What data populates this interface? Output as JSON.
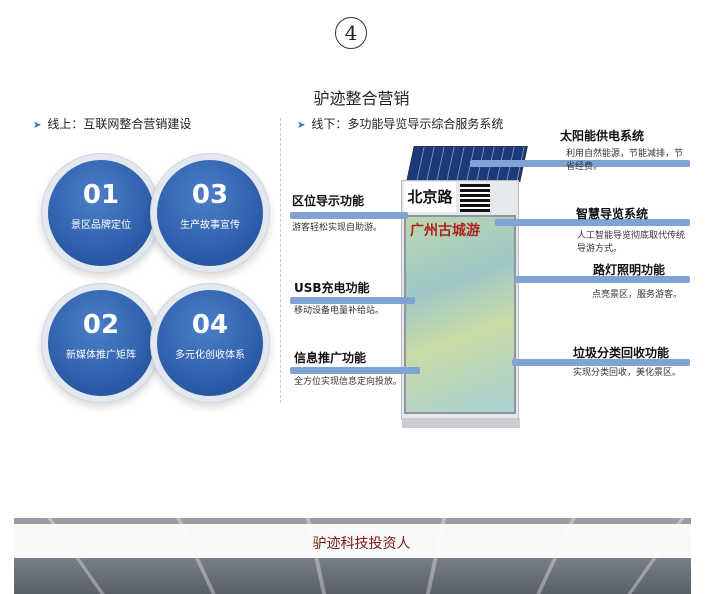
{
  "step_number": "4",
  "page_title": "驴迹整合营销",
  "online": {
    "heading": "线上：互联网整合营销建设",
    "items": [
      {
        "num": "01",
        "label": "景区品牌定位"
      },
      {
        "num": "03",
        "label": "生产故事宣传"
      },
      {
        "num": "02",
        "label": "新媒体推广矩阵"
      },
      {
        "num": "04",
        "label": "多元化创收体系"
      }
    ]
  },
  "offline": {
    "heading": "线下：多功能导览导示综合服务系统",
    "kiosk_sign": "北京路",
    "kiosk_map_label": "广州古城游",
    "features": [
      {
        "title": "太阳能供电系统",
        "desc": "利用自然能源，节能减排，节省经费。"
      },
      {
        "title": "区位导示功能",
        "desc": "游客轻松实现自助游。"
      },
      {
        "title": "智慧导览系统",
        "desc": "人工智能导览彻底取代传统导游方式。"
      },
      {
        "title": "路灯照明功能",
        "desc": "点亮景区，服务游客。"
      },
      {
        "title": "USB充电功能",
        "desc": "移动设备电量补给站。"
      },
      {
        "title": "信息推广功能",
        "desc": "全方位实现信息定向投放。"
      },
      {
        "title": "垃圾分类回收功能",
        "desc": "实现分类回收，美化景区。"
      }
    ]
  },
  "footer": {
    "text": "驴迹科技投资人"
  },
  "colors": {
    "accent": "#2a5aa6",
    "feature_bar": "#7ea3d4",
    "footer_text": "#7a1a10"
  }
}
